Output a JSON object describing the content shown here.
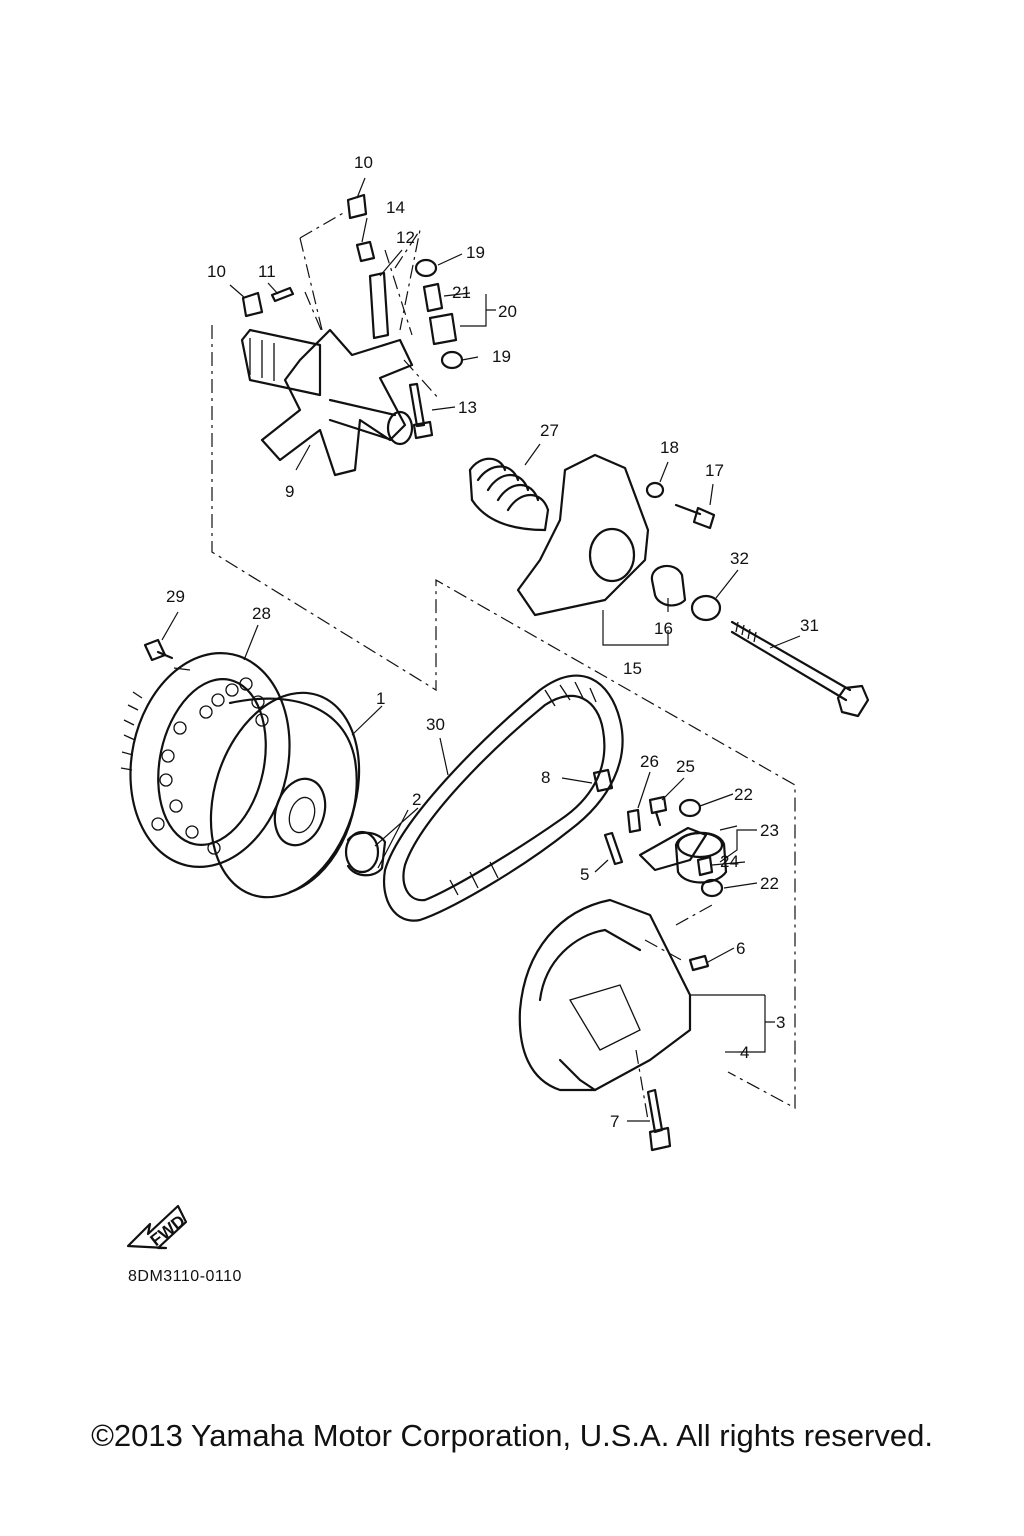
{
  "diagram": {
    "drawing_code": "8DM3110-0110",
    "copyright": "©2013 Yamaha Motor Corporation, U.S.A. All rights reserved.",
    "fwd_label": "FWD",
    "callouts": {
      "c1": "1",
      "c2": "2",
      "c3": "3",
      "c4": "4",
      "c5": "5",
      "c6": "6",
      "c7": "7",
      "c8": "8",
      "c9": "9",
      "c10a": "10",
      "c10b": "10",
      "c11": "11",
      "c12": "12",
      "c13": "13",
      "c14": "14",
      "c15": "15",
      "c16": "16",
      "c17": "17",
      "c18": "18",
      "c19a": "19",
      "c19b": "19",
      "c20": "20",
      "c21": "21",
      "c22a": "22",
      "c22b": "22",
      "c23": "23",
      "c24": "24",
      "c25": "25",
      "c26": "26",
      "c27": "27",
      "c28": "28",
      "c29": "29",
      "c30": "30",
      "c31": "31",
      "c32": "32"
    }
  }
}
